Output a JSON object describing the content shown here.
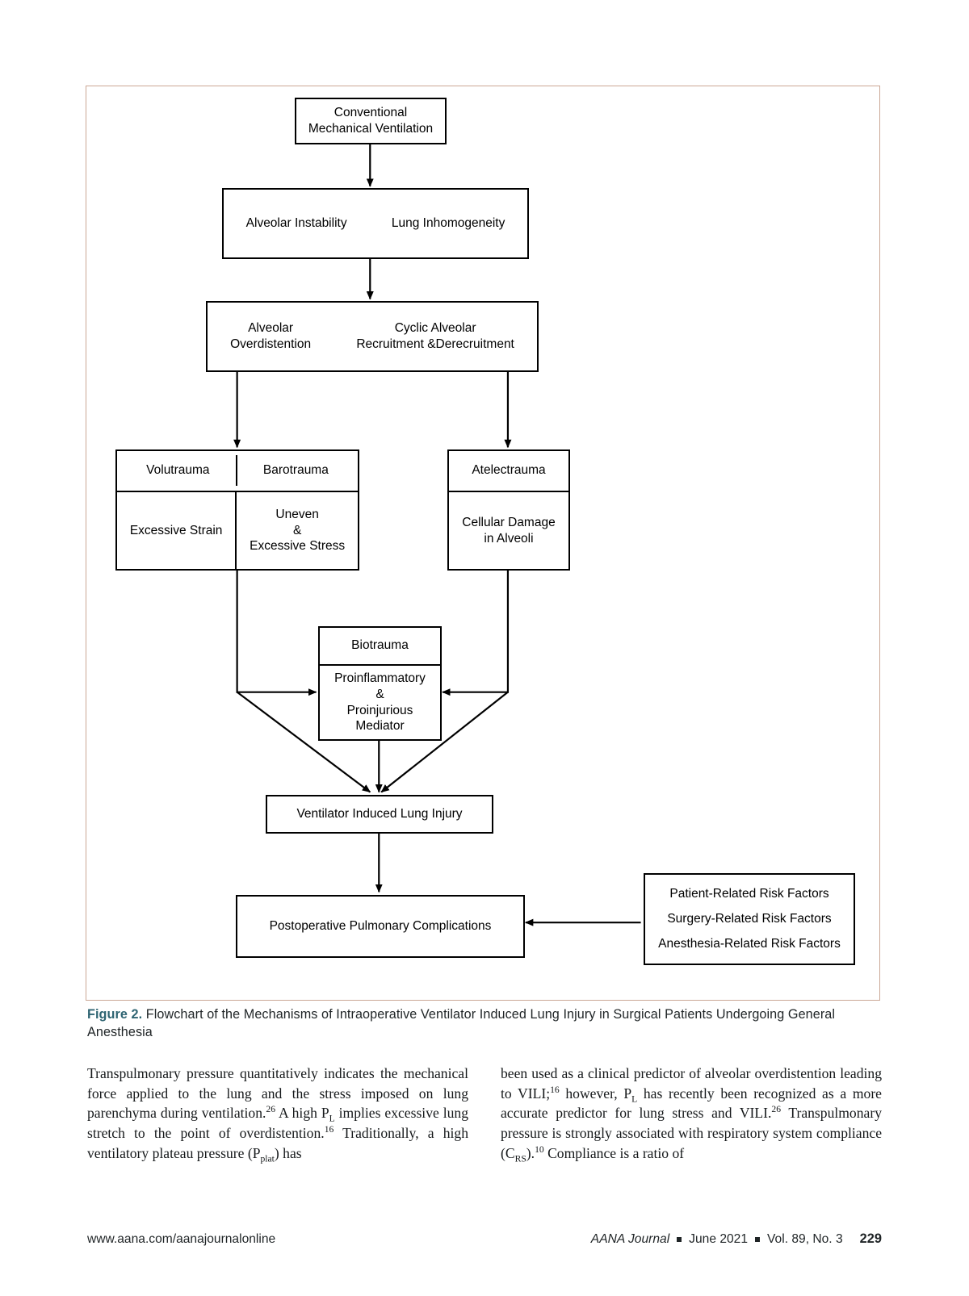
{
  "figure": {
    "frame_border_color": "#cba795",
    "caption_label": "Figure 2.",
    "caption_text": "Flowchart of the Mechanisms of Intraoperative Ventilator Induced Lung Injury in Surgical Patients Undergoing General Anesthesia",
    "caption_label_color": "#2e6472"
  },
  "chart_data": {
    "type": "diagram",
    "title": "Flowchart of the Mechanisms of Intraoperative Ventilator Induced Lung Injury in Surgical Patients Undergoing General Anesthesia",
    "nodes": [
      {
        "id": "cmv",
        "label": "Conventional Mechanical Ventilation",
        "lines": [
          "Conventional",
          "Mechanical Ventilation"
        ]
      },
      {
        "id": "alveolar_instability",
        "cells": [
          "Alveolar Instability",
          "Lung Inhomogeneity"
        ]
      },
      {
        "id": "overdistention",
        "cells": [
          "Alveolar Overdistention",
          "Cyclic Alveolar Recruitment &Derecruitment"
        ]
      },
      {
        "id": "volutrauma_barotrauma",
        "headers": [
          "Volutrauma",
          "Barotrauma"
        ],
        "bodies": [
          "Excessive Strain",
          "Uneven & Excessive Stress"
        ]
      },
      {
        "id": "atelectrauma",
        "header": "Atelectrauma",
        "body": "Cellular Damage in Alveoli"
      },
      {
        "id": "biotrauma",
        "header": "Biotrauma",
        "body": "Proinflammatory & Proinjurious Mediator"
      },
      {
        "id": "vili",
        "label": "Ventilator Induced Lung Injury"
      },
      {
        "id": "ppc",
        "label": "Postoperative Pulmonary Complications"
      },
      {
        "id": "risk_factors",
        "items": [
          "Patient-Related Risk Factors",
          "Surgery-Related Risk Factors",
          "Anesthesia-Related Risk Factors"
        ]
      }
    ],
    "edges": [
      {
        "from": "cmv",
        "to": "alveolar_instability"
      },
      {
        "from": "alveolar_instability",
        "to": "overdistention"
      },
      {
        "from": "overdistention",
        "to": "volutrauma_barotrauma"
      },
      {
        "from": "overdistention",
        "to": "atelectrauma"
      },
      {
        "from": "volutrauma_barotrauma",
        "to": "biotrauma"
      },
      {
        "from": "atelectrauma",
        "to": "biotrauma"
      },
      {
        "from": "volutrauma_barotrauma",
        "to": "vili"
      },
      {
        "from": "atelectrauma",
        "to": "vili"
      },
      {
        "from": "biotrauma",
        "to": "vili"
      },
      {
        "from": "vili",
        "to": "ppc"
      },
      {
        "from": "risk_factors",
        "to": "ppc"
      }
    ]
  },
  "boxes": {
    "cmv": {
      "line1": "Conventional",
      "line2": "Mechanical Ventilation"
    },
    "alveolar_instability": {
      "left": "Alveolar Instability",
      "right": "Lung Inhomogeneity"
    },
    "overdistention": {
      "left_line1": "Alveolar",
      "left_line2": "Overdistention",
      "right_line1": "Cyclic Alveolar",
      "right_line2": "Recruitment &Derecruitment"
    },
    "volu_baro": {
      "header_left": "Volutrauma",
      "header_right": "Barotrauma",
      "body_left": "Excessive Strain",
      "body_right_line1": "Uneven",
      "body_right_line2": "&",
      "body_right_line3": "Excessive Stress"
    },
    "atelectrauma": {
      "header": "Atelectrauma",
      "body_line1": "Cellular Damage",
      "body_line2": "in Alveoli"
    },
    "biotrauma": {
      "header": "Biotrauma",
      "body_line1": "Proinflammatory",
      "body_line2": "&",
      "body_line3": "Proinjurious",
      "body_line4": "Mediator"
    },
    "vili": {
      "label": "Ventilator Induced Lung Injury"
    },
    "ppc": {
      "label": "Postoperative Pulmonary Complications"
    },
    "risk": {
      "item1": "Patient-Related Risk Factors",
      "item2": "Surgery-Related Risk Factors",
      "item3": "Anesthesia-Related Risk Factors"
    }
  },
  "body": {
    "left_column": {
      "seg1": "Transpulmonary pressure quantitatively indicates the mechanical force applied to the lung and the stress imposed on lung parenchyma during ventilation.",
      "ref1": "26",
      "seg2": " A high P",
      "sub1": "L",
      "seg3": " implies excessive lung stretch to the point of overdistention.",
      "ref2": "16",
      "seg4": " Traditionally, a high ventilatory plateau pressure (P",
      "sub2": "plat",
      "seg5": ") has"
    },
    "right_column": {
      "seg1": "been used as a clinical predictor of alveolar overdistention leading to VILI;",
      "ref1": "16",
      "seg2": " however, P",
      "sub1": "L",
      "seg3": " has recently been recognized as a more accurate predictor for lung stress and VILI.",
      "ref2": "26",
      "seg4": " Transpulmonary pressure is strongly associated with respiratory system compliance (C",
      "sub2": "RS",
      "seg5": ").",
      "ref3": "10",
      "seg6": " Compliance is a ratio of"
    }
  },
  "footer": {
    "website": "www.aana.com/aanajournalonline",
    "journal_name": "AANA Journal",
    "issue_date": "June 2021",
    "volume": "Vol. 89, No. 3",
    "page_number": "229"
  }
}
